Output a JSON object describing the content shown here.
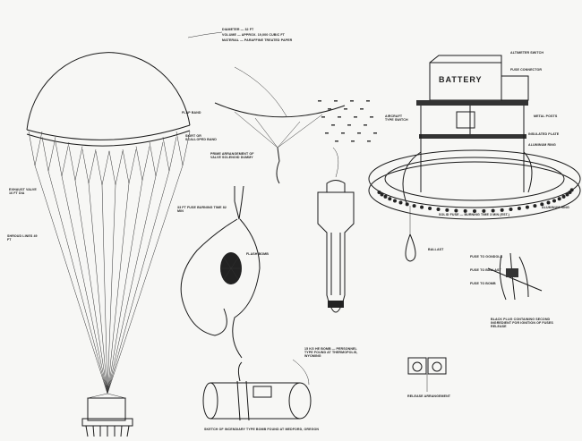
{
  "balloon": {
    "specs": [
      "DIAMETER — 32 FT",
      "VOLUME — APPROX. 19,000 CUBIC FT",
      "MATERIAL — PARAFFINE TREATED PAPER"
    ],
    "flap_band": "FLAP BAND",
    "scalloped_band": "SKIRT OR SCALLOPED BAND",
    "valve": "EXHAUST VALVE 16 FT DIA",
    "shroud_lines": "SHROUD LINES 49 FT"
  },
  "middle": {
    "prime_arrangement": "PRIME ARRANGEMENT OF VALVE SOLENOID DUMMY",
    "fuse": "33 FT FUSE BURNING TIME 82 MIN",
    "flash_bomb": "FLASH BOMB",
    "bomb_label": "15 KG HE BOMB — PERSONNEL TYPE FOUND AT THERMOPOLIS, WYOMING",
    "cylinder_label": "SKETCH OF INCENDIARY TYPE BOMB FOUND AT MEDFORD, OREGON"
  },
  "gondola": {
    "battery": "BATTERY",
    "labels": [
      "ALTIMETER SWITCH",
      "FUSE CONNECTOR",
      "AIRCRAFT TYPE SWITCH",
      "METAL POSTS",
      "INSULATED PLATE",
      "ALUMINUM RING",
      "ALUMINUM RING"
    ],
    "solid_fuse": "SOLID FUSE — BURNING TIME 3 MIN (EST.)",
    "ballast": "BALLAST"
  },
  "details": {
    "ignition_labels": [
      "FUSE TO GONDOLA",
      "FUSE TO BALLAST",
      "FUSE TO BOMB"
    ],
    "ignition_caption": "BLACK PLUG CONTAINING SECOND INGREDIENT FOR IGNITION OF FUSES RELEASE",
    "release": "RELEASE ARRANGEMENT"
  }
}
